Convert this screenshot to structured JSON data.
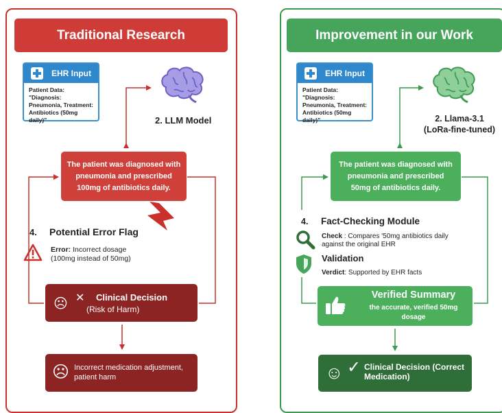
{
  "left": {
    "title": "Traditional Research",
    "ehr": {
      "title": "EHR Input",
      "line1": "Patient Data: \"Diagnosis:",
      "line2": "Pneumonia, Treatment:",
      "line3": "Antibiotics (50mg daily)\""
    },
    "model_label": "2. LLM Model",
    "output": {
      "line1": "The patient was diagnosed with",
      "line2": "pneumonia and prescribed",
      "line3": "100mg of antibiotics daily."
    },
    "flag_number": "4.",
    "flag_title": "Potential Error Flag",
    "error_label": "Error:",
    "error_text1": " Incorrect dosage",
    "error_text2": "(100mg instead of 50mg)",
    "decision_title": "Clinical Decision",
    "decision_sub": "(Risk of Harm)",
    "outcome_line1": "Incorrect medication adjustment,",
    "outcome_line2": "patient harm",
    "colors": {
      "header": "#cf3b36",
      "box": "#d0403a",
      "dark": "#8c2424"
    }
  },
  "right": {
    "title": "Improvement in our Work",
    "ehr": {
      "title": "EHR Input",
      "line1": "Patient Data: \"Diagnosis:",
      "line2": "Pneumonia, Treatment:",
      "line3": "Antibiotics (50mg daily)\""
    },
    "model_label1": "2. Llama-3.1",
    "model_label2": "(LoRa-fine-tuned)",
    "output": {
      "line1": "The patient was diagnosed with",
      "line2": "pneumonia and prescribed",
      "line3": "50mg of antibiotics daily."
    },
    "module_number": "4.",
    "module_title": "Fact-Checking Module",
    "check_label": "Check",
    "check_text1": " : Compares '50mg antibiotics daily",
    "check_text2": "against the original EHR",
    "validation_label": "Validation",
    "verdict_label": "Verdict",
    "verdict_text": ": Supported by EHR facts",
    "summary_title": "Verified Summary",
    "summary_line1": "the accurate, verified 50mg",
    "summary_line2": "dosage",
    "decision_line1": "Clinical Decision (Correct",
    "decision_line2": "Medication)",
    "colors": {
      "header": "#46a55a",
      "box": "#4caf5c",
      "dark": "#2f6e39"
    }
  }
}
